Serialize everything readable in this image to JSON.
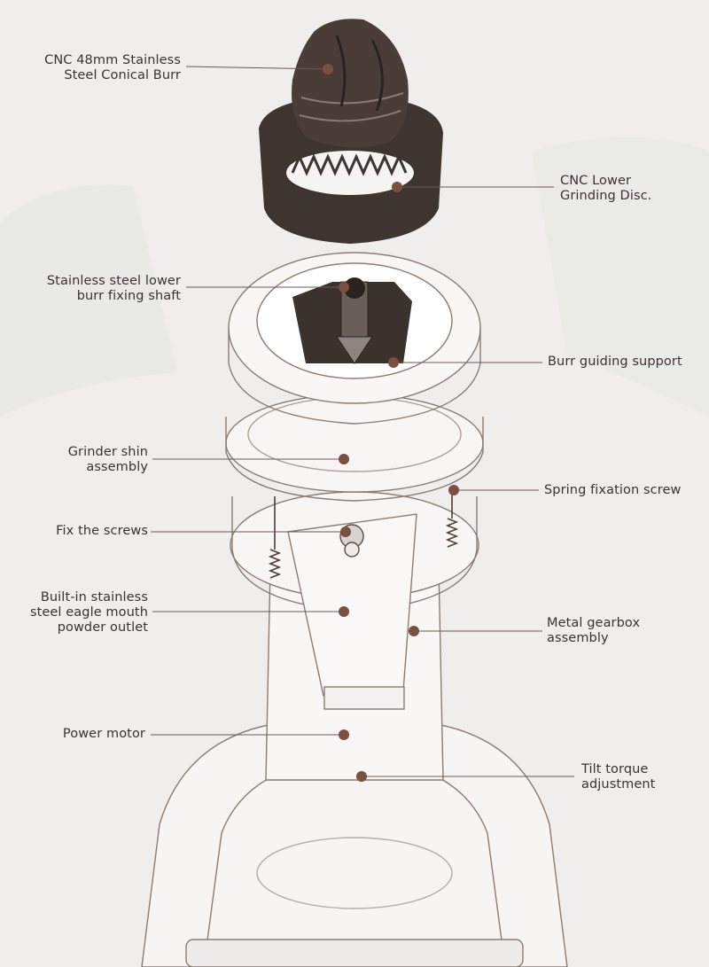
{
  "callouts": [
    {
      "id": "cnc-48mm-conical-burr",
      "side": "left",
      "text": "CNC 48mm Stainless\nSteel Conical Burr"
    },
    {
      "id": "cnc-lower-grinding-disc",
      "side": "right",
      "text": "CNC Lower\nGrinding Disc."
    },
    {
      "id": "lower-burr-fixing-shaft",
      "side": "left",
      "text": "Stainless steel lower\nburr fixing shaft"
    },
    {
      "id": "burr-guiding-support",
      "side": "right",
      "text": "Burr guiding support"
    },
    {
      "id": "grinder-shin-assembly",
      "side": "left",
      "text": "Grinder shin\nassembly"
    },
    {
      "id": "spring-fixation-screw",
      "side": "right",
      "text": "Spring fixation screw"
    },
    {
      "id": "fix-the-screws",
      "side": "left",
      "text": "Fix the screws"
    },
    {
      "id": "eagle-mouth-powder-outlet",
      "side": "left",
      "text": "Built-in stainless\nsteel eagle mouth\npowder outlet"
    },
    {
      "id": "metal-gearbox-assembly",
      "side": "right",
      "text": "Metal gearbox\nassembly"
    },
    {
      "id": "power-motor",
      "side": "left",
      "text": "Power motor"
    },
    {
      "id": "tilt-torque-adjustment",
      "side": "right",
      "text": "Tilt torque\nadjustment"
    }
  ],
  "colors": {
    "background": "#efeeec",
    "line": "#6b5a52",
    "dot": "#7a5040",
    "burr": "#3e3430",
    "body_outline": "#8a7d74",
    "text": "#3a3330"
  }
}
